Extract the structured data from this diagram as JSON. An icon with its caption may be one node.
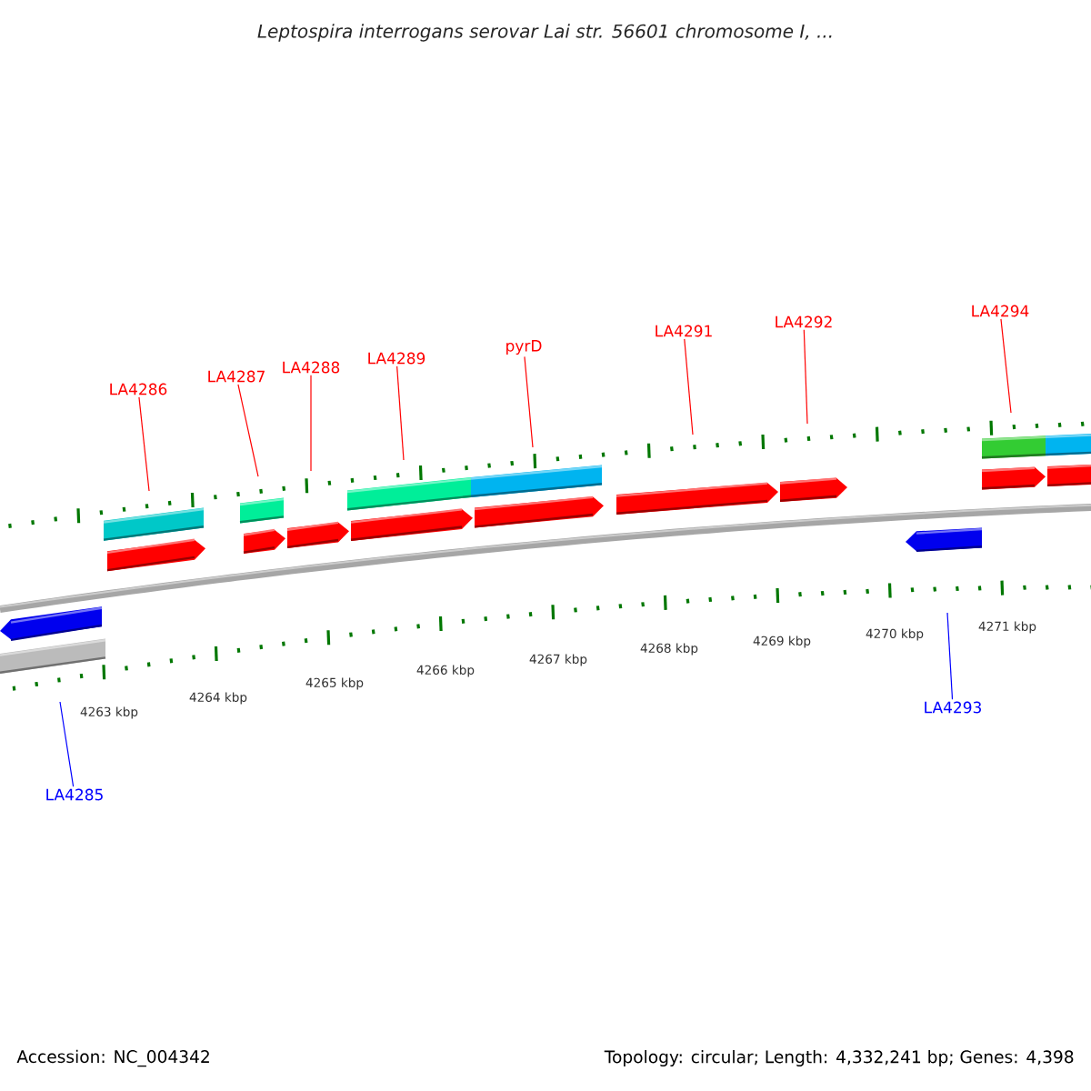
{
  "diagram": {
    "title": "Leptospira interrogans serovar Lai str. 56601 chromosome I, ...",
    "nodes": [
      {
        "text": [
          "LA4285"
        ]
      },
      {
        "text": [
          "LA4286"
        ]
      },
      {
        "text": [
          "LA4287"
        ]
      },
      {
        "text": [
          "LA4288"
        ]
      },
      {
        "text": [
          "LA4289"
        ]
      },
      {
        "text": [
          "pyrD"
        ]
      },
      {
        "text": [
          "LA4291"
        ]
      },
      {
        "text": [
          "LA4292"
        ]
      },
      {
        "text": [
          "LA4293"
        ]
      },
      {
        "text": [
          "LA4294"
        ]
      }
    ],
    "edges": [
      {
        "from": 0,
        "to": null,
        "arrow": "none",
        "color": "#0000ff"
      },
      {
        "from": 1,
        "to": null,
        "arrow": "none"
      },
      {
        "from": 2,
        "to": null,
        "arrow": "none"
      },
      {
        "from": 3,
        "to": null,
        "arrow": "none"
      },
      {
        "from": 4,
        "to": null,
        "arrow": "none"
      },
      {
        "from": 5,
        "to": null,
        "arrow": "none"
      },
      {
        "from": 6,
        "to": null,
        "arrow": "none"
      },
      {
        "from": 7,
        "to": null,
        "arrow": "none"
      },
      {
        "from": 8,
        "to": null,
        "arrow": "none",
        "color": "#0000ff"
      },
      {
        "from": 9,
        "to": null,
        "arrow": "none"
      }
    ],
    "labels": [
      "4263 kbp",
      "4264 kbp",
      "4265 kbp",
      "4266 kbp",
      "4267 kbp",
      "4268 kbp",
      "4269 kbp",
      "4270 kbp",
      "4271 kbp",
      "Accession: NC_004342",
      "Topology: circular; Length: 4,332,241 bp; Genes: 4,398"
    ]
  }
}
